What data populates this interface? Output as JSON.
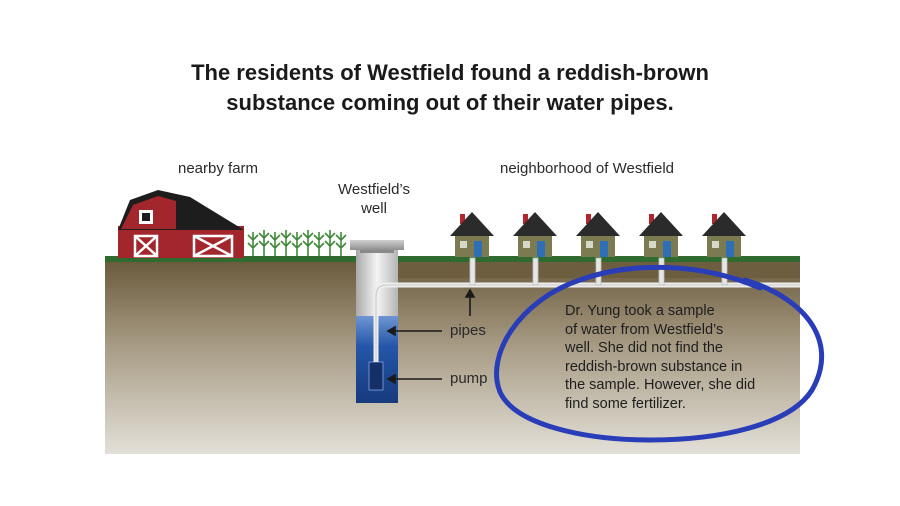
{
  "title": {
    "line1": "The residents of Westfield found a reddish-brown",
    "line2": "substance coming out of their water pipes."
  },
  "labels": {
    "farm": "nearby farm",
    "neighborhood": "neighborhood of Westfield",
    "well_line1": "Westfield’s",
    "well_line2": "well",
    "pipes": "pipes",
    "pump": "pump"
  },
  "note": {
    "lines": [
      "Dr. Yung took a sample",
      "of water from Westfield’s",
      "well. She did not find the",
      "reddish-brown substance in",
      "the sample. However, she did",
      "find some fertilizer."
    ]
  },
  "colors": {
    "barn": "#a3262d",
    "roof": "#1d1d1d",
    "house_wall": "#7b7a50",
    "house_roof": "#2b2b2b",
    "door": "#2f6fb5",
    "grass": "#2f6b2f",
    "water": "#1f4f9e",
    "circle": "#2a3db8"
  }
}
